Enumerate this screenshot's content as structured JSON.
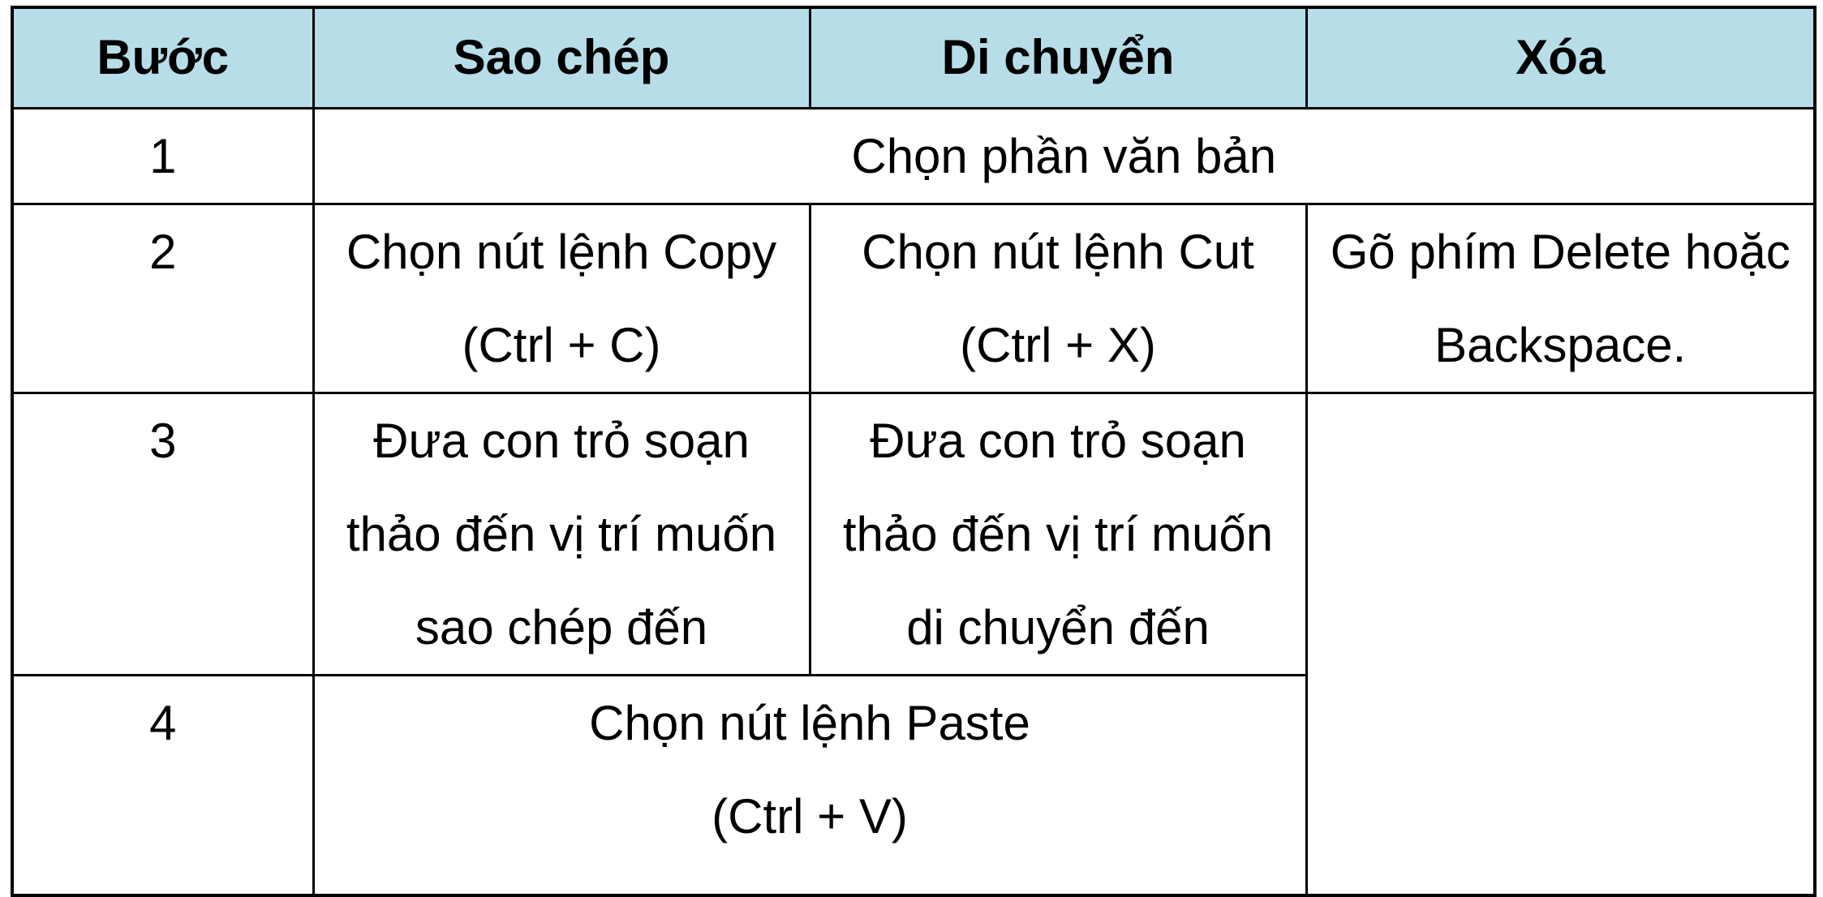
{
  "table": {
    "header": {
      "step": "Bước",
      "copy": "Sao chép",
      "move": "Di chuyển",
      "delete": "Xóa"
    },
    "rows": [
      {
        "step": "1",
        "merged_all": "Chọn phần văn bản"
      },
      {
        "step": "2",
        "copy": "Chọn nút lệnh Copy\n(Ctrl + C)",
        "move": "Chọn nút lệnh Cut\n(Ctrl + X)",
        "delete": "Gõ phím Delete hoặc\nBackspace."
      },
      {
        "step": "3",
        "copy": "Đưa con trỏ soạn\nthảo đến vị trí muốn\nsao chép đến",
        "move": "Đưa con trỏ soạn\nthảo đến vị trí muốn\ndi chuyển đến",
        "delete": ""
      },
      {
        "step": "4",
        "merged_copy_move": "Chọn nút lệnh Paste\n(Ctrl + V)"
      }
    ]
  },
  "colors": {
    "header_background": "#b7dde8",
    "border": "#000000",
    "text": "#000000"
  }
}
